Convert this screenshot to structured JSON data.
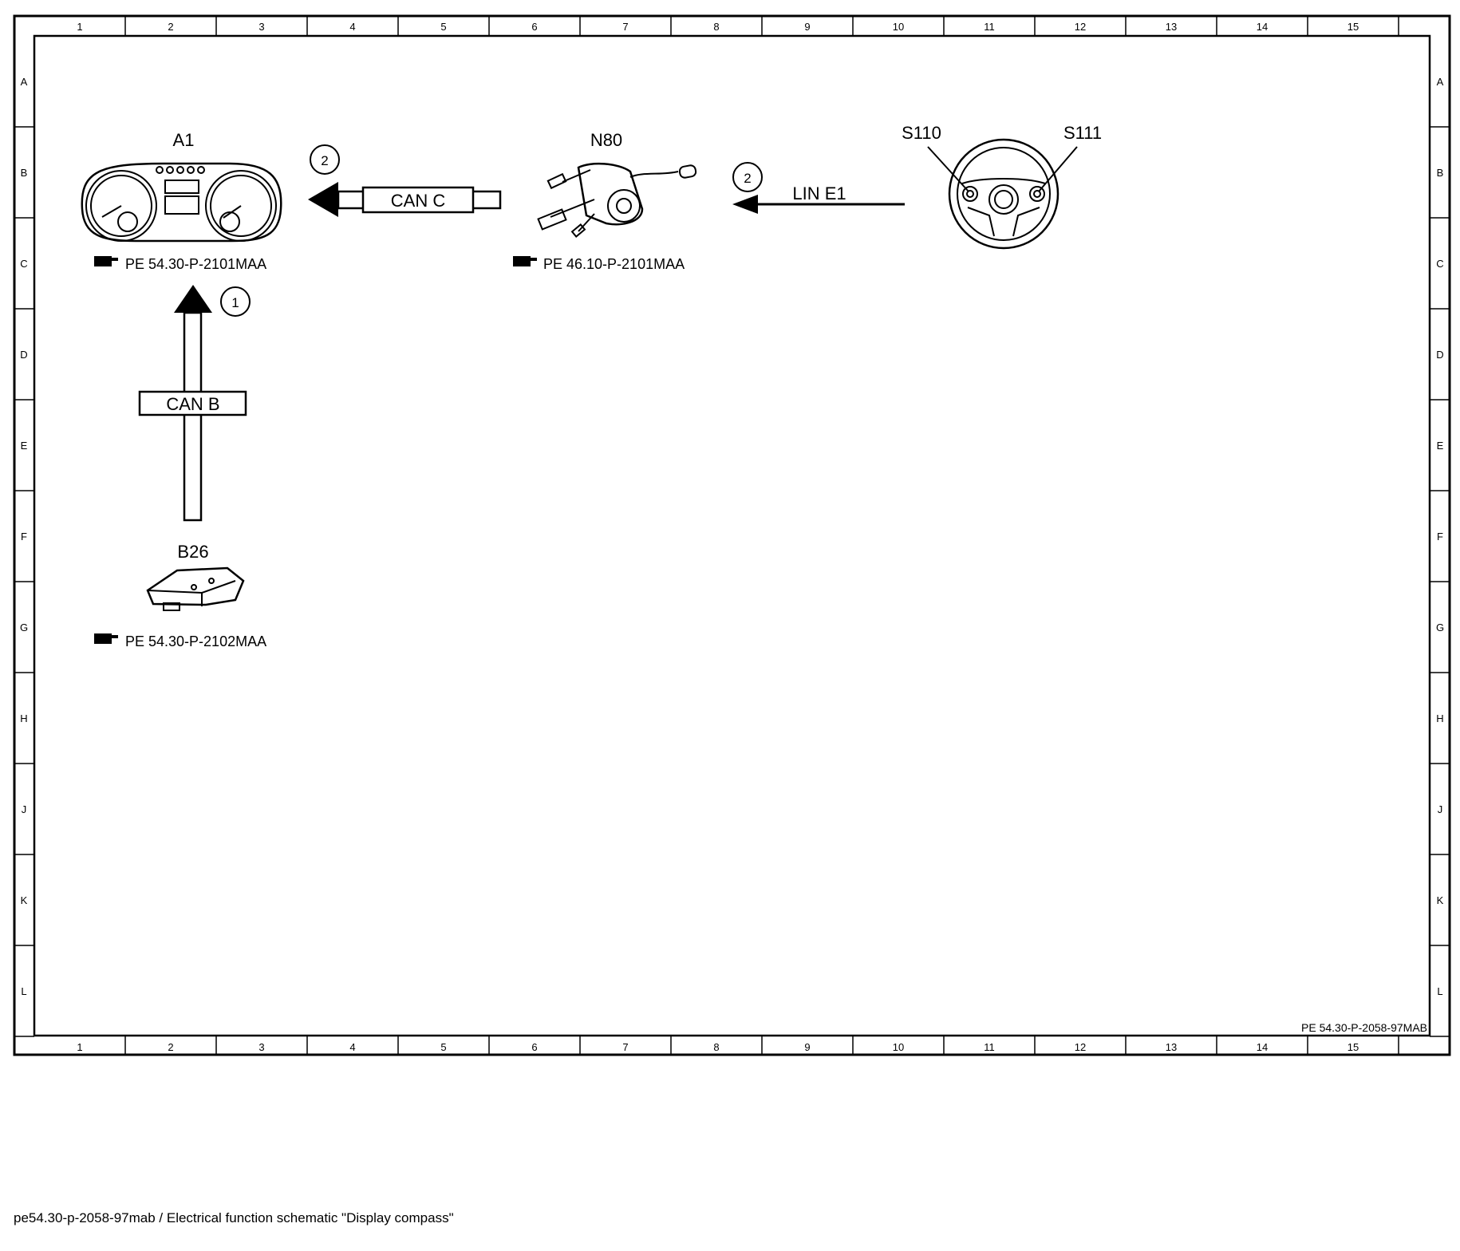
{
  "grid": {
    "columns": [
      "1",
      "2",
      "3",
      "4",
      "5",
      "6",
      "7",
      "8",
      "9",
      "10",
      "11",
      "12",
      "13",
      "14",
      "15"
    ],
    "rows": [
      "A",
      "B",
      "C",
      "D",
      "E",
      "F",
      "G",
      "H",
      "J",
      "K",
      "L"
    ]
  },
  "components": {
    "a1": {
      "label": "A1",
      "ref": "PE 54.30-P-2101MAA"
    },
    "n80": {
      "label": "N80",
      "ref": "PE 46.10-P-2101MAA"
    },
    "b26": {
      "label": "B26",
      "ref": "PE 54.30-P-2102MAA"
    },
    "s110": {
      "label": "S110"
    },
    "s111": {
      "label": "S111"
    }
  },
  "connections": {
    "can_c": {
      "label": "CAN C",
      "marker": "2"
    },
    "lin_e1": {
      "label": "LIN E1",
      "marker": "2"
    },
    "can_b": {
      "label": "CAN B",
      "marker": "1"
    }
  },
  "document_id": "PE 54.30-P-2058-97MAB",
  "caption": "pe54.30-p-2058-97mab / Electrical function schematic \"Display compass\""
}
